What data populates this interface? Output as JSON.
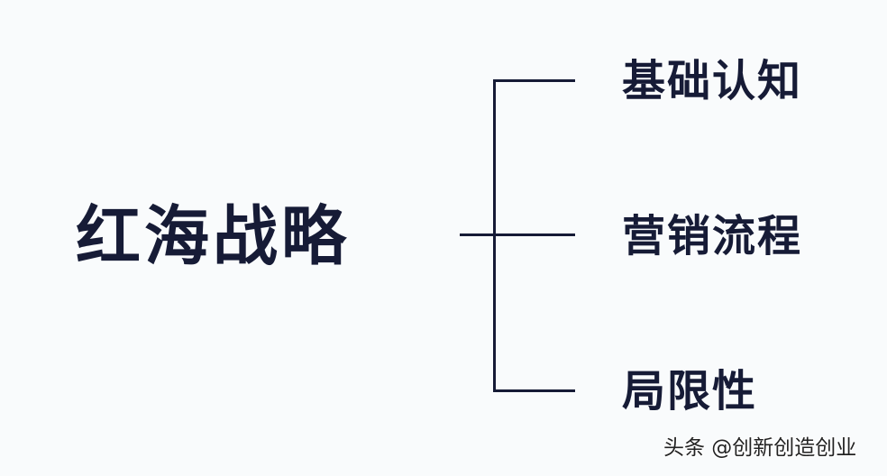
{
  "diagram": {
    "root": {
      "label": "红海战略"
    },
    "branches": [
      {
        "label": "基础认知"
      },
      {
        "label": "营销流程"
      },
      {
        "label": "局限性"
      }
    ],
    "line_color": "#161b36",
    "background": "#f9fbfc"
  },
  "watermark": {
    "text": "头条 @创新创造创业"
  }
}
